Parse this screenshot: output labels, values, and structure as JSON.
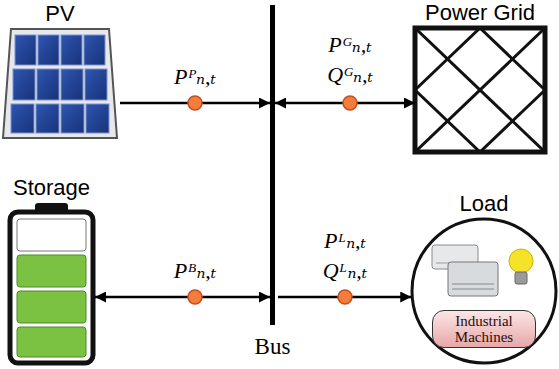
{
  "diagram": {
    "nodes": [
      {
        "text": [
          "PV"
        ]
      },
      {
        "text": [
          "Bus"
        ]
      },
      {
        "text": [
          "Power Grid"
        ]
      },
      {
        "text": [
          "Storage"
        ]
      },
      {
        "text": [
          "Load"
        ]
      },
      {
        "text": [
          "Industrial Machines"
        ],
        "in": 4
      }
    ],
    "edges": [
      {
        "from": 0,
        "to": 1,
        "arrow": "to",
        "label": "Pᴾₙ,ₜ"
      },
      {
        "from": 1,
        "to": 2,
        "arrow": "both",
        "label": "Pᴳₙ,ₜ Qᴳₙ,ₜ"
      },
      {
        "from": 3,
        "to": 1,
        "arrow": "both",
        "label": "Pᴮₙ,ₜ"
      },
      {
        "from": 1,
        "to": 4,
        "arrow": "to",
        "label": "Pᴸₙ,ₜ Qᴸₙ,ₜ"
      }
    ]
  }
}
